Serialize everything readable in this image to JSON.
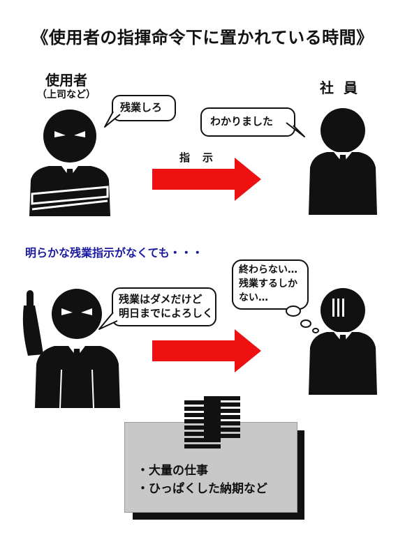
{
  "title": "《使用者の指揮命令下に置かれている時間》",
  "scene1": {
    "manager_role": "使用者",
    "manager_sub": "（上司など）",
    "employee_role": "社員",
    "manager_speech": "残業しろ",
    "employee_speech": "わかりました",
    "arrow_label": "指示"
  },
  "scene2": {
    "heading": "明らかな残業指示がなくても・・・",
    "manager_speech": [
      "残業はダメだけど",
      "明日までによろしく"
    ],
    "employee_thought": [
      "終わらない…",
      "残業するしか",
      "ない…"
    ]
  },
  "box": {
    "items": [
      "・大量の仕事",
      "・ひっぱくした納期など"
    ]
  },
  "colors": {
    "arrow": "#ee1111",
    "figure": "#111111",
    "box_fill": "#c8c8c8",
    "heading": "#1a1aa0"
  }
}
